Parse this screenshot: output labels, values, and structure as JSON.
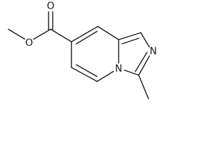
{
  "molecule": {
    "atoms": {
      "carbonyl_oxygen": "O",
      "ester_oxygen": "O",
      "ring_nitrogen_bridgehead": "N",
      "ring_nitrogen_imidazole": "N"
    }
  },
  "colors": {
    "bond": "#1a1a1a",
    "label": "#1a1a1a",
    "background": "#ffffff"
  }
}
